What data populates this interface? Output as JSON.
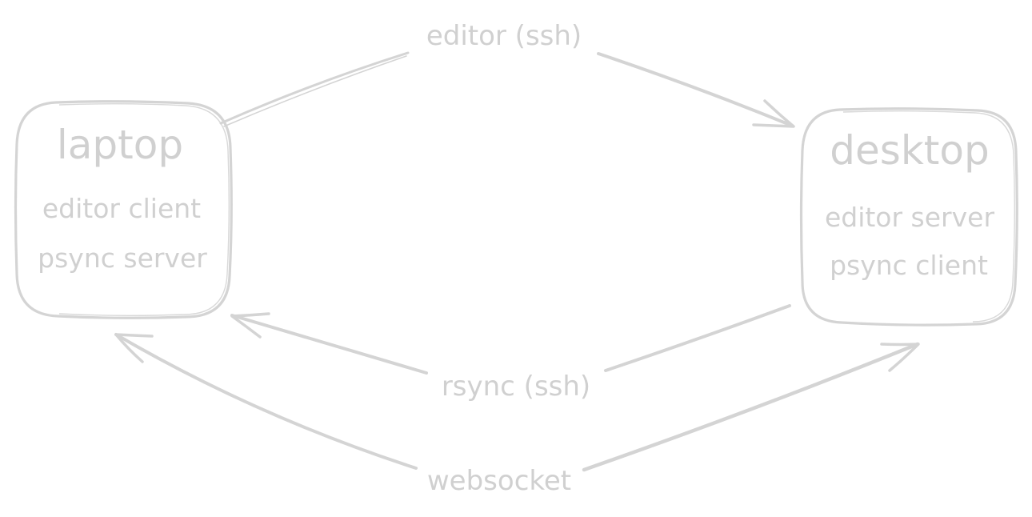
{
  "nodes": {
    "laptop": {
      "title": "laptop",
      "lines": [
        "editor client",
        "psync server"
      ]
    },
    "desktop": {
      "title": "desktop",
      "lines": [
        "editor server",
        "psync client"
      ]
    }
  },
  "edges": {
    "editor": {
      "label": "editor (ssh)"
    },
    "rsync": {
      "label": "rsync (ssh)"
    },
    "websocket": {
      "label": "websocket"
    }
  },
  "colors": {
    "stroke": "#d4d4d4",
    "text": "#d0d0d0",
    "background": "#ffffff"
  }
}
